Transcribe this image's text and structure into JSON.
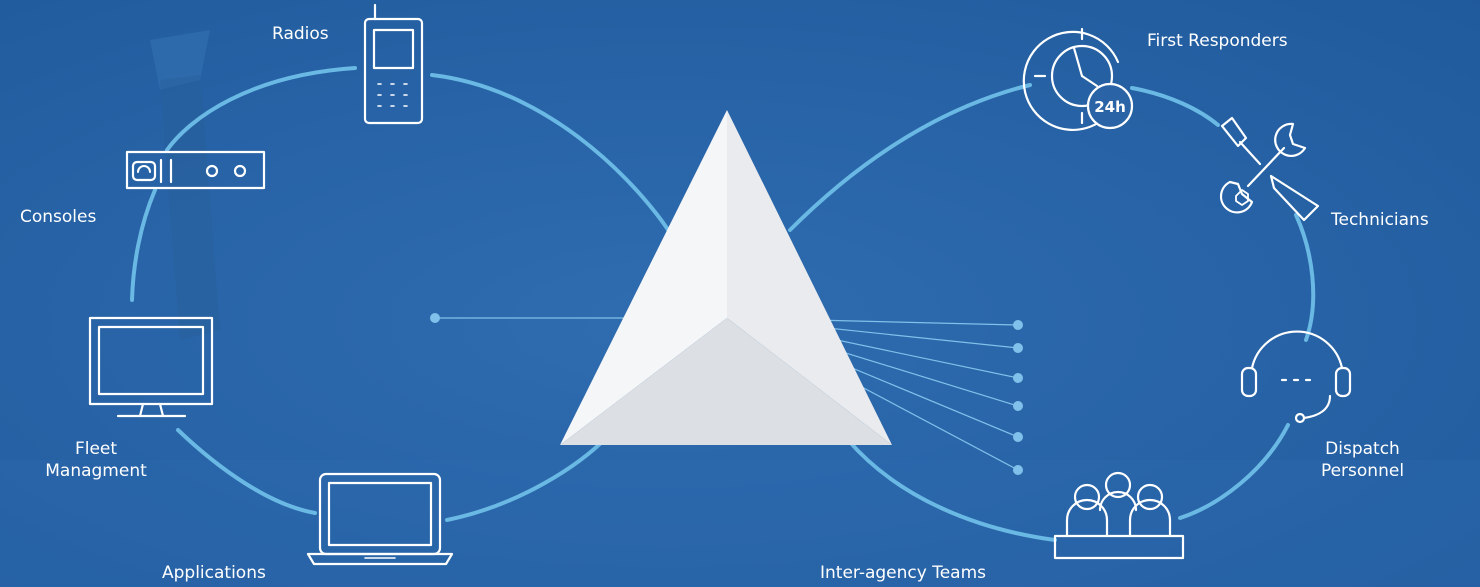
{
  "colors": {
    "background": "#2a65a8",
    "loop_line": "#6ab8e4",
    "icon_stroke": "#ffffff",
    "prism_light": "#f5f6f8",
    "prism_mid": "#e9ebee",
    "prism_dark": "#dcdfe3",
    "beam": "#7fc1ea"
  },
  "left_loop": {
    "items": [
      {
        "icon": "radio-icon",
        "label": "Radios"
      },
      {
        "icon": "console-icon",
        "label": "Consoles"
      },
      {
        "icon": "monitor-icon",
        "label_lines": [
          "Fleet",
          "Managment"
        ]
      },
      {
        "icon": "laptop-icon",
        "label": "Applications"
      }
    ]
  },
  "right_loop": {
    "items": [
      {
        "icon": "clock-24h-icon",
        "label": "First Responders"
      },
      {
        "icon": "tools-icon",
        "label": "Technicians"
      },
      {
        "icon": "headset-icon",
        "label_lines": [
          "Dispatch",
          "Personnel"
        ]
      },
      {
        "icon": "team-icon",
        "label": "Inter-agency Teams"
      }
    ]
  },
  "prism": {
    "icon": "prism-icon",
    "input_beams": 1,
    "output_beams": 6
  }
}
